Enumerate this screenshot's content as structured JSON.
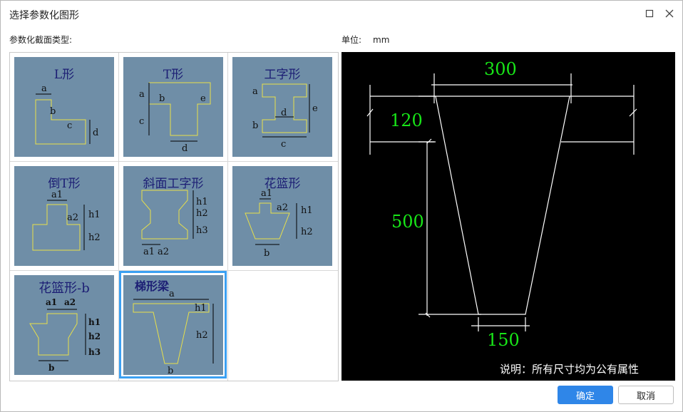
{
  "window": {
    "title": "选择参数化图形"
  },
  "labels": {
    "section_type": "参数化截面类型:",
    "unit_label": "单位:",
    "unit_value": "mm"
  },
  "shapes": [
    {
      "title": "L形",
      "params": [
        "a",
        "b",
        "c",
        "d"
      ]
    },
    {
      "title": "T形",
      "params": [
        "a",
        "b",
        "c",
        "d",
        "e"
      ]
    },
    {
      "title": "工字形",
      "params": [
        "a",
        "b",
        "c",
        "d",
        "e"
      ]
    },
    {
      "title": "倒T形",
      "params": [
        "a1",
        "a2",
        "h1",
        "h2"
      ]
    },
    {
      "title": "斜面工字形",
      "params": [
        "h1",
        "h2",
        "h3",
        "a1",
        "a2"
      ]
    },
    {
      "title": "花篮形",
      "params": [
        "a1",
        "a2",
        "h1",
        "h2",
        "b"
      ]
    },
    {
      "title": "花篮形-b",
      "params": [
        "a1",
        "a2",
        "h1",
        "h2",
        "h3",
        "b"
      ]
    },
    {
      "title": "梯形梁",
      "params": [
        "a",
        "h1",
        "h2",
        "b"
      ]
    }
  ],
  "selected_shape": "梯形梁",
  "preview": {
    "dims": {
      "top": "300",
      "flange": "120",
      "height": "500",
      "bottom": "150"
    },
    "note": "说明：所有尺寸均为公有属性",
    "dim_color": "#18e618"
  },
  "buttons": {
    "ok": "确定",
    "cancel": "取消"
  },
  "colors": {
    "accent": "#2f86e8",
    "thumb_bg": "#6f8ea7",
    "selection": "#3ba0f2",
    "shape_outline": "#e8e04a"
  }
}
